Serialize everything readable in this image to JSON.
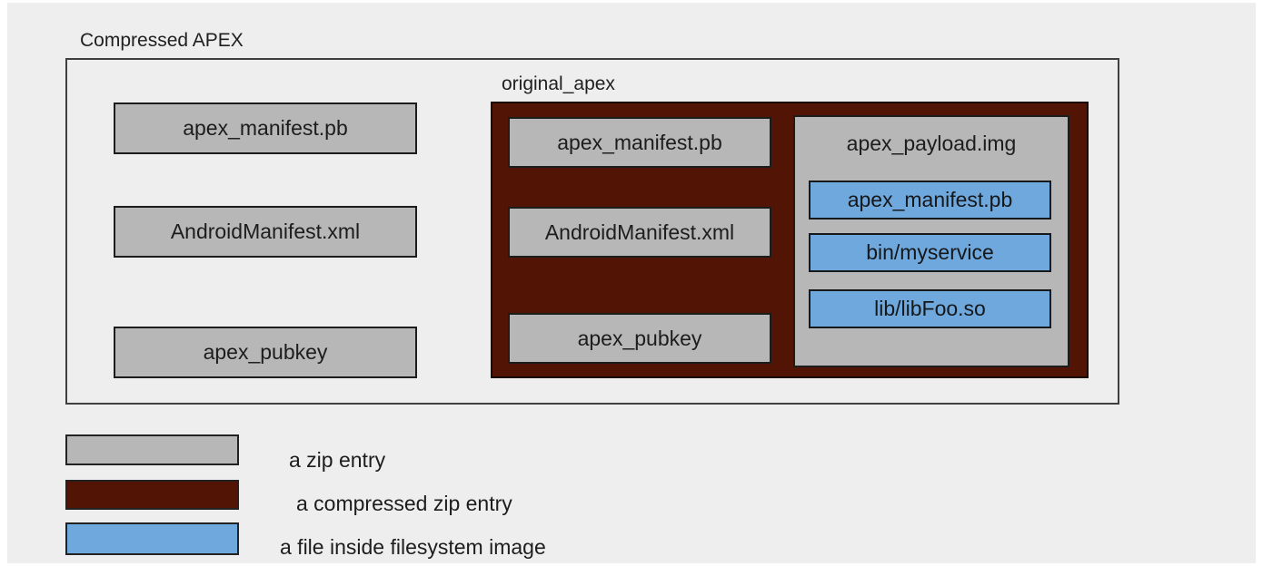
{
  "diagram": {
    "title": "Compressed APEX",
    "compressed_apex": {
      "zip_entries": [
        "apex_manifest.pb",
        "AndroidManifest.xml",
        "apex_pubkey"
      ],
      "original_apex": {
        "label": "original_apex",
        "zip_entries": [
          "apex_manifest.pb",
          "AndroidManifest.xml",
          "apex_pubkey"
        ],
        "payload": {
          "label": "apex_payload.img",
          "files": [
            "apex_manifest.pb",
            "bin/myservice",
            "lib/libFoo.so"
          ]
        }
      }
    },
    "legend": [
      {
        "swatch": "zip-entry-swatch",
        "label": "a zip entry"
      },
      {
        "swatch": "compressed-zip-entry-swatch",
        "label": "a compressed zip entry"
      },
      {
        "swatch": "filesystem-file-swatch",
        "label": "a file inside filesystem image"
      }
    ],
    "colors": {
      "background": "#eeeeee",
      "zip_entry": "#b7b7b7",
      "compressed_zip_entry": "#521505",
      "filesystem_file": "#6fa8dc"
    }
  }
}
